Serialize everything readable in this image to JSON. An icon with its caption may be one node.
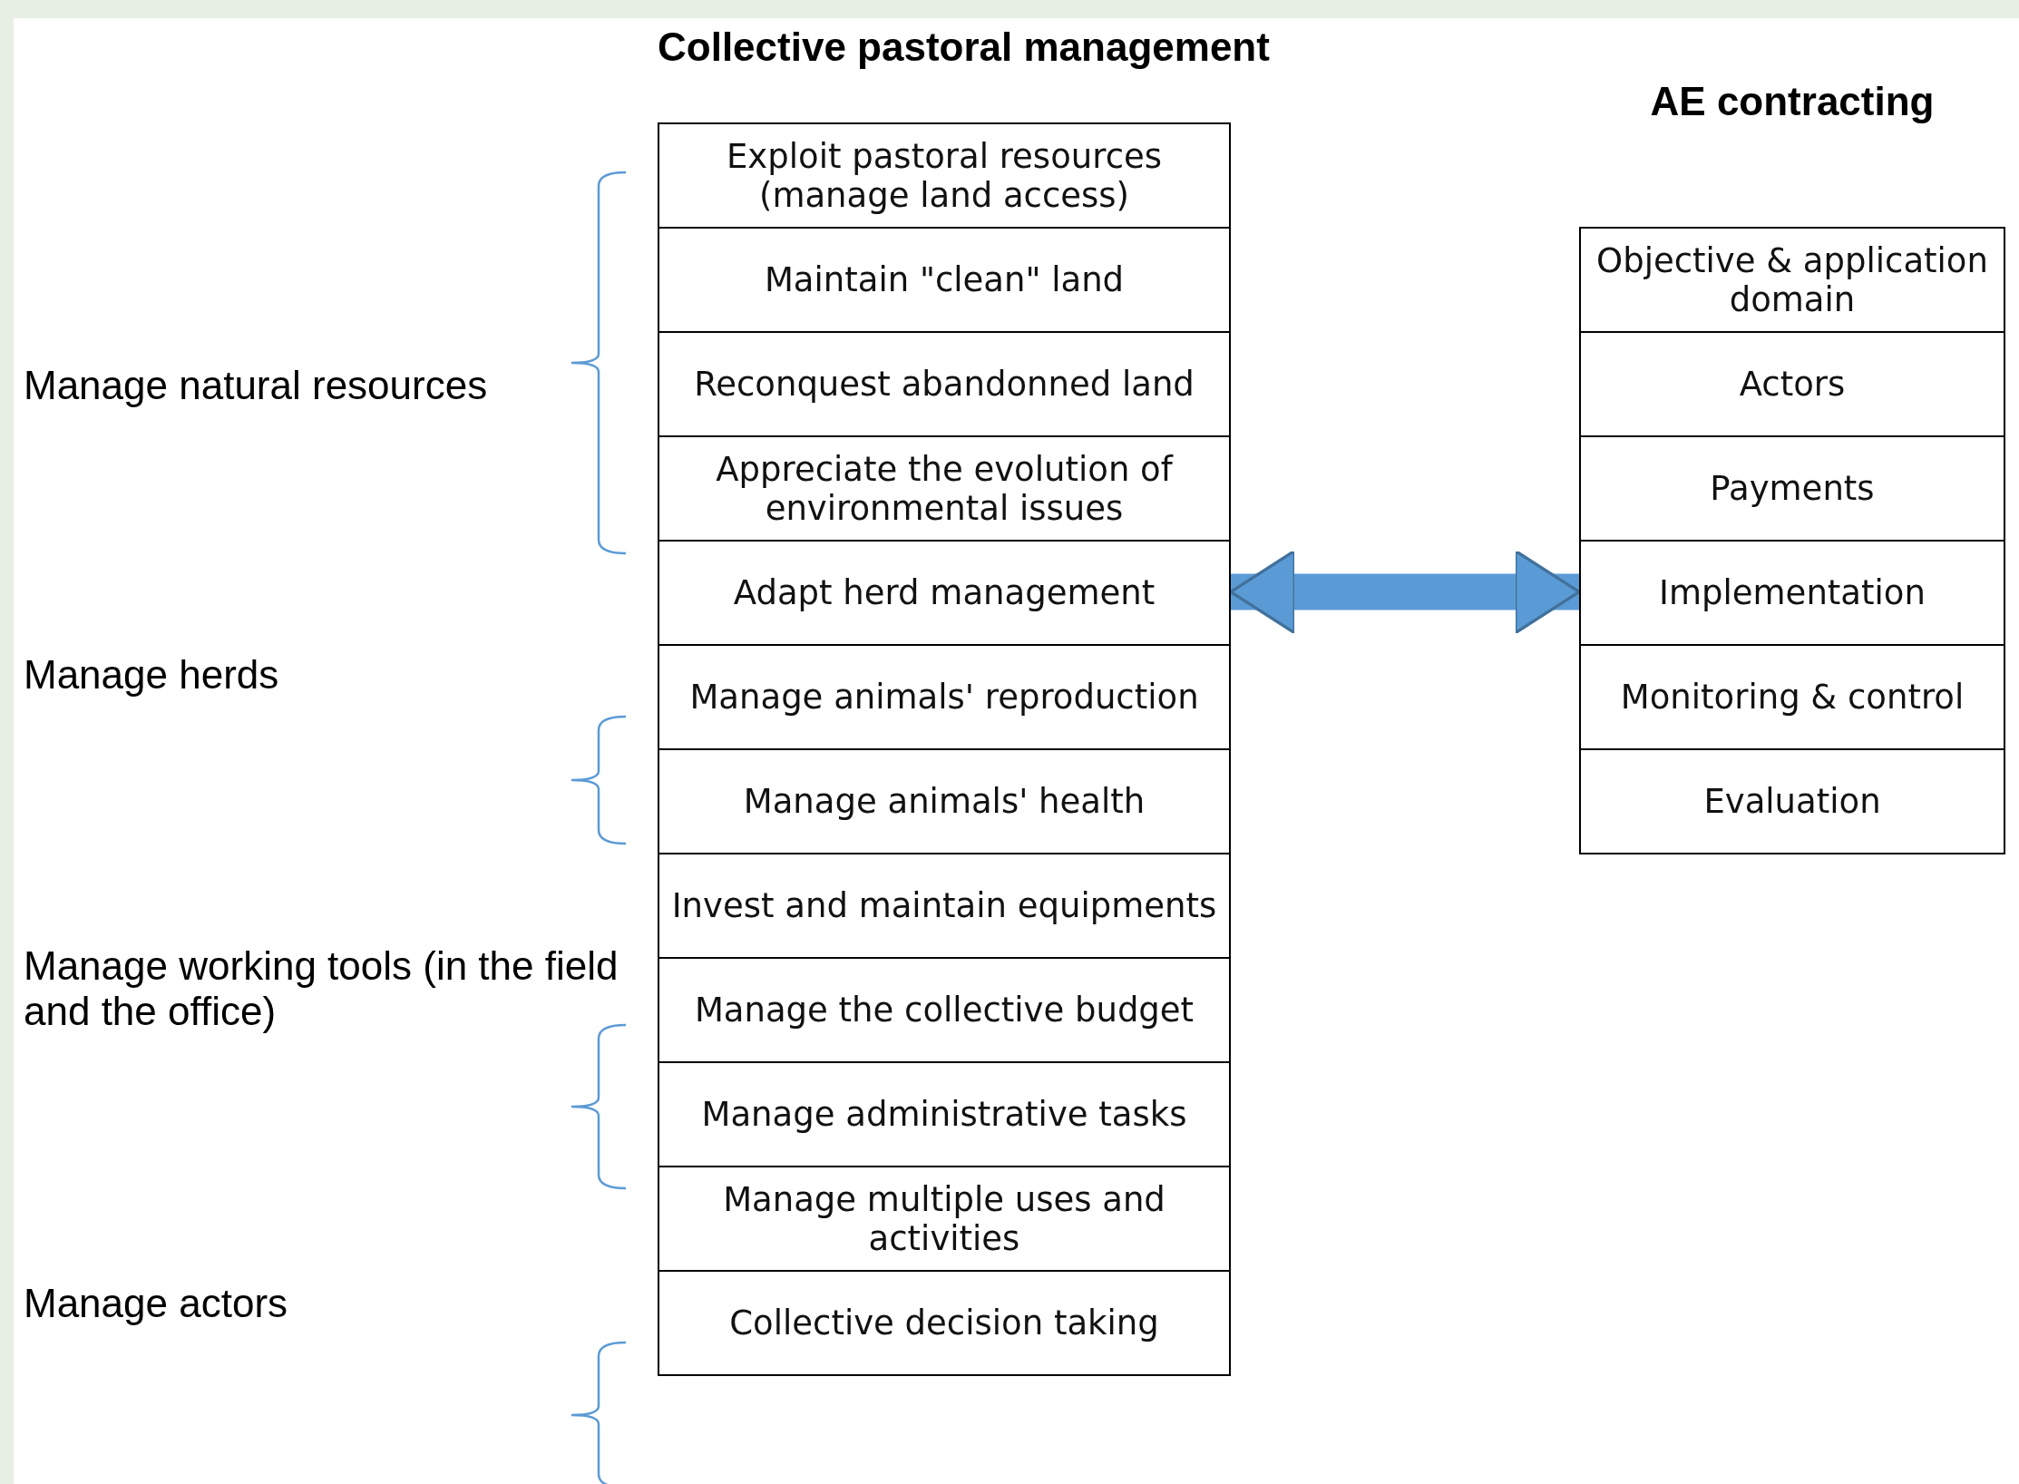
{
  "diagram": {
    "nodes": [
      {
        "text": [
          "Collective pastoral management"
        ]
      },
      {
        "text": [
          "Exploit pastoral resources (manage land access)"
        ],
        "in": 0
      },
      {
        "text": [
          "Maintain \"clean\" land"
        ],
        "in": 0
      },
      {
        "text": [
          "Reconquest abandonned land"
        ],
        "in": 0
      },
      {
        "text": [
          "Appreciate the evolution of environmental issues"
        ],
        "in": 0
      },
      {
        "text": [
          "Adapt herd management"
        ],
        "in": 0
      },
      {
        "text": [
          "Manage animals' reproduction"
        ],
        "in": 0
      },
      {
        "text": [
          "Manage animals' health"
        ],
        "in": 0
      },
      {
        "text": [
          "Invest and maintain equipments"
        ],
        "in": 0
      },
      {
        "text": [
          "Manage the collective budget"
        ],
        "in": 0
      },
      {
        "text": [
          "Manage administrative tasks"
        ],
        "in": 0
      },
      {
        "text": [
          "Manage multiple uses and activities"
        ],
        "in": 0
      },
      {
        "text": [
          "Collective decision taking"
        ],
        "in": 0
      },
      {
        "text": [
          "AE contracting"
        ]
      },
      {
        "text": [
          "Objective & application domain"
        ],
        "in": 13
      },
      {
        "text": [
          "Actors"
        ],
        "in": 13
      },
      {
        "text": [
          "Payments"
        ],
        "in": 13
      },
      {
        "text": [
          "Implementation"
        ],
        "in": 13
      },
      {
        "text": [
          "Monitoring & control"
        ],
        "in": 13
      },
      {
        "text": [
          "Evaluation"
        ],
        "in": 13
      }
    ],
    "edges": [
      {
        "from": 0,
        "to": 13,
        "arrow": "both"
      }
    ],
    "labels": [
      "Manage natural resources",
      "Manage herds",
      "Manage working tools (in the field and the office)",
      "Manage actors"
    ]
  }
}
